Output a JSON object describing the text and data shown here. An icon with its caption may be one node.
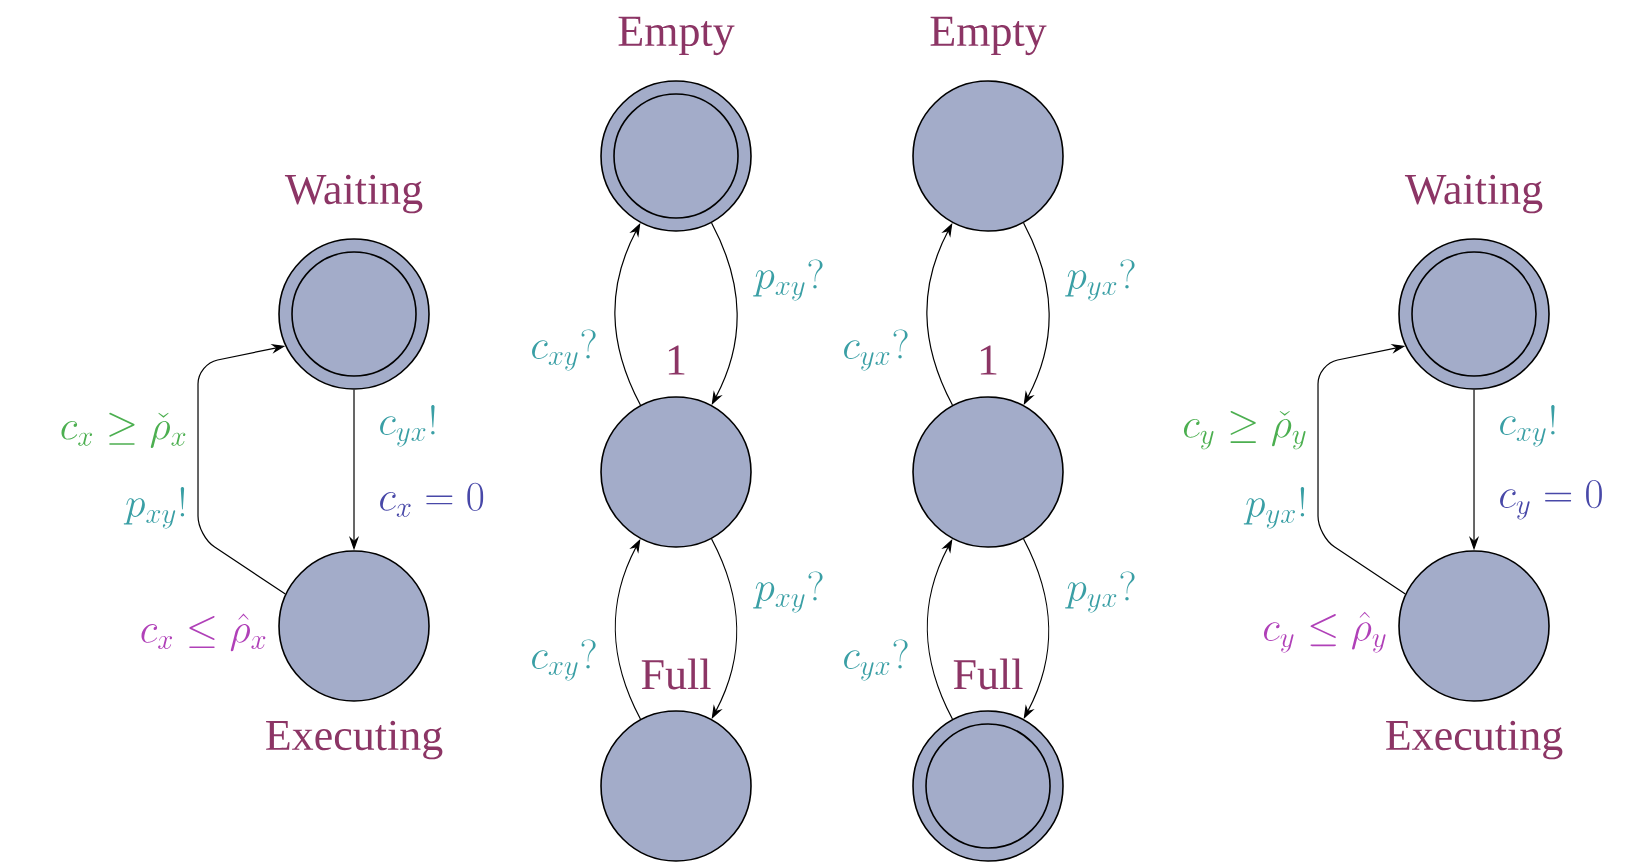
{
  "diagram": {
    "nodes": [
      {
        "text": [
          "Waiting"
        ]
      },
      {
        "text": [
          "Executing"
        ],
        "beside": [
          "c_x \\leq \\hat{\\rho}_x"
        ]
      },
      {
        "text": [
          "Empty"
        ]
      },
      {
        "text": [
          "1"
        ]
      },
      {
        "text": [
          "Full"
        ]
      },
      {
        "text": [
          "Empty"
        ]
      },
      {
        "text": [
          "1"
        ]
      },
      {
        "text": [
          "Full"
        ]
      },
      {
        "text": [
          "Waiting"
        ]
      },
      {
        "text": [
          "Executing"
        ],
        "beside": [
          "c_y \\leq \\hat{\\rho}_y"
        ]
      }
    ],
    "edges": [
      {
        "from": 0,
        "to": 1,
        "arrow": "to",
        "label": "c_{yx}!"
      },
      {
        "from": 1,
        "to": 0,
        "arrow": "to",
        "label": "p_{xy}!"
      },
      {
        "from": 2,
        "to": 3,
        "arrow": "to",
        "label": "p_{xy}?"
      },
      {
        "from": 3,
        "to": 2,
        "arrow": "to",
        "label": "c_{xy}?"
      },
      {
        "from": 3,
        "to": 4,
        "arrow": "to",
        "label": "p_{xy}?"
      },
      {
        "from": 4,
        "to": 3,
        "arrow": "to",
        "label": "c_{xy}?"
      },
      {
        "from": 5,
        "to": 6,
        "arrow": "to",
        "label": "p_{yx}?"
      },
      {
        "from": 6,
        "to": 5,
        "arrow": "to",
        "label": "c_{yx}?"
      },
      {
        "from": 6,
        "to": 7,
        "arrow": "to",
        "label": "p_{yx}?"
      },
      {
        "from": 7,
        "to": 6,
        "arrow": "to",
        "label": "c_{yx}?"
      },
      {
        "from": 8,
        "to": 9,
        "arrow": "to",
        "label": "c_{xy}!"
      },
      {
        "from": 9,
        "to": 8,
        "arrow": "to",
        "label": "p_{yx}!"
      }
    ],
    "labels": [
      "c_x \\geq \\check{\\rho}_x",
      "c_x = 0",
      "c_y \\geq \\check{\\rho}_y",
      "c_y = 0"
    ]
  }
}
